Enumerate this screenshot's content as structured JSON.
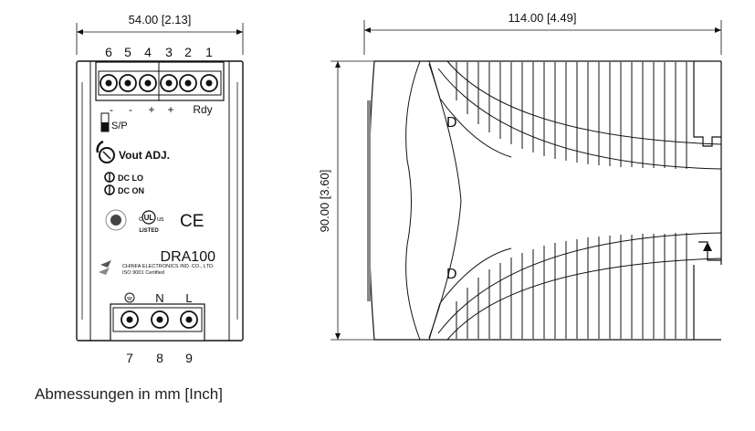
{
  "dimensions": {
    "width_label": "54.00 [2.13]",
    "depth_label": "114.00 [4.49]",
    "height_label": "90.00 [3.60]"
  },
  "front": {
    "top_terminals": [
      "6",
      "5",
      "4",
      "3",
      "2",
      "1"
    ],
    "polarity": [
      "-",
      "-",
      "+",
      "+",
      "Rdy"
    ],
    "switch_label": "S/P",
    "vout_label": "Vout ADJ.",
    "led1": "DC LO",
    "led2": "DC ON",
    "model": "DRA100",
    "company": "CHINFA ELECTRONICS IND. CO., LTD.",
    "iso": "ISO 9001 Certified",
    "ul_c": "c",
    "ul_us": "us",
    "ul_listed": "LISTED",
    "ce": "CE",
    "input_labels": [
      "N",
      "L"
    ],
    "bottom_terminals": [
      "7",
      "8",
      "9"
    ]
  },
  "side": {
    "marks": [
      "D",
      "D"
    ]
  },
  "caption": "Abmessungen in mm [Inch]",
  "colors": {
    "line": "#111111",
    "gray": "#888888",
    "fill": "#ffffff"
  }
}
